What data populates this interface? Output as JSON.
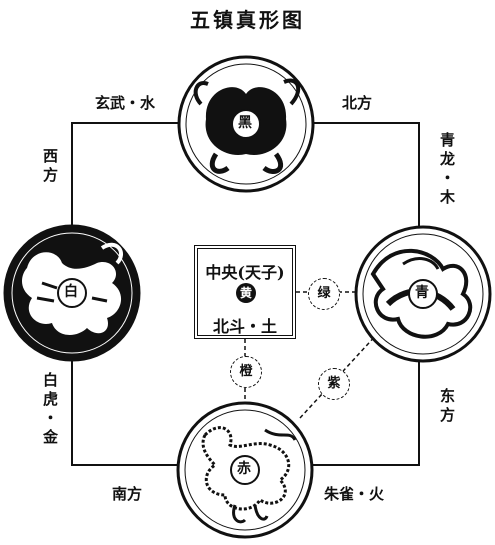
{
  "title": "五镇真形图",
  "north": {
    "caption": "玄武・水",
    "direction": "北方",
    "glyph": "黑"
  },
  "east": {
    "caption": "青龙・木",
    "direction": "东方",
    "glyph": "青"
  },
  "south": {
    "caption": "朱雀・火",
    "direction": "南方",
    "glyph": "赤"
  },
  "west": {
    "caption": "白虎・金",
    "direction": "西方",
    "glyph": "白"
  },
  "center": {
    "top": "中央(天子)",
    "glyph": "黄",
    "bottom": "北斗・土"
  },
  "connectors": {
    "green": "绿",
    "purple": "紫",
    "orange": "橙"
  }
}
